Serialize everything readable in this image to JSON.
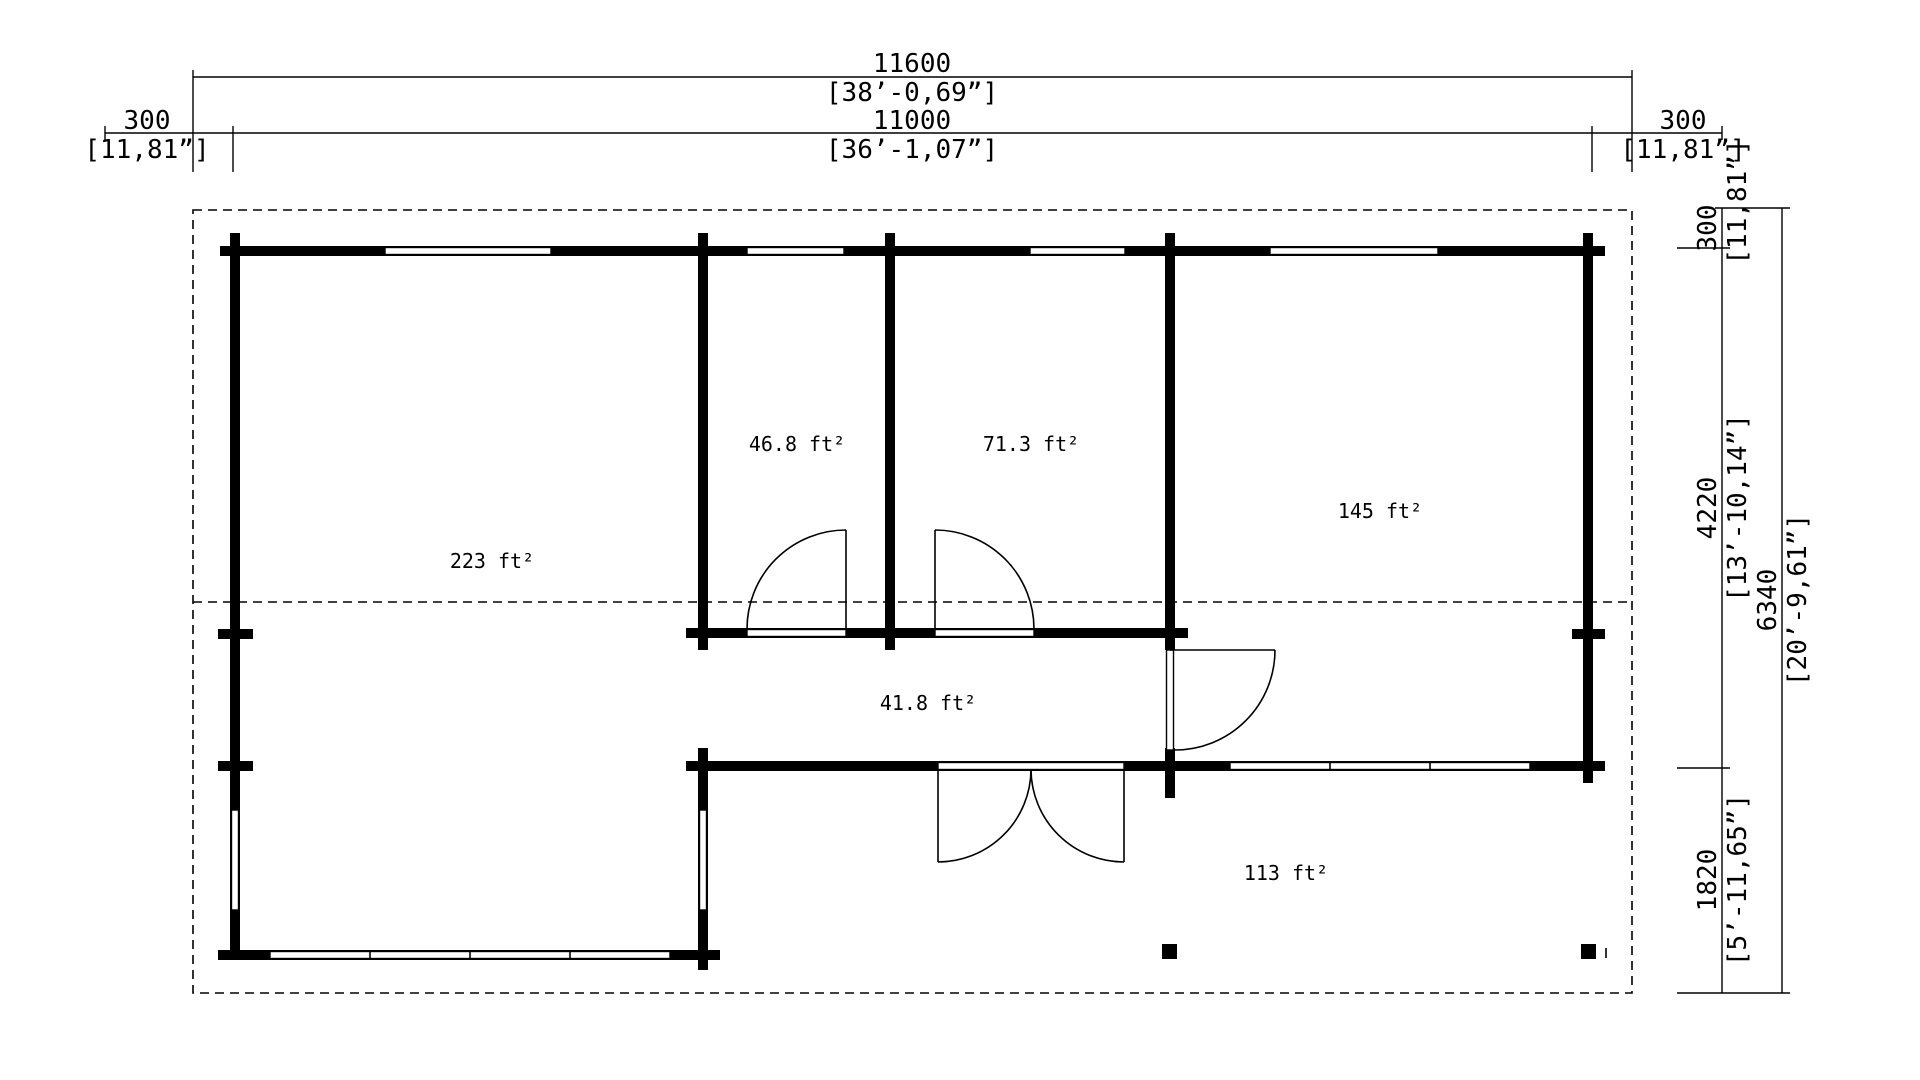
{
  "dimensions": {
    "overall_width": {
      "value": "11600",
      "imperial": "[38’-0,69”]"
    },
    "inner_width": {
      "value": "11000",
      "imperial": "[36’-1,07”]"
    },
    "left_overhang": {
      "value": "300",
      "imperial": "[11,81”]"
    },
    "right_overhang": {
      "value": "300",
      "imperial": "[11,81”]"
    },
    "top_overhang": {
      "value": "300",
      "imperial": "[11,81”]"
    },
    "main_depth": {
      "value": "4220",
      "imperial": "[13’-10,14”]"
    },
    "overall_depth": {
      "value": "6340",
      "imperial": "[20’-9,61”]"
    },
    "terrace_depth": {
      "value": "1820",
      "imperial": "[5’-11,65”]"
    }
  },
  "rooms": [
    {
      "id": "living",
      "area": "223 ft²"
    },
    {
      "id": "room-small",
      "area": "46.8 ft²"
    },
    {
      "id": "room-medium",
      "area": "71.3 ft²"
    },
    {
      "id": "room-large",
      "area": "145 ft²"
    },
    {
      "id": "hall",
      "area": "41.8 ft²"
    },
    {
      "id": "terrace",
      "area": "113 ft²"
    }
  ]
}
